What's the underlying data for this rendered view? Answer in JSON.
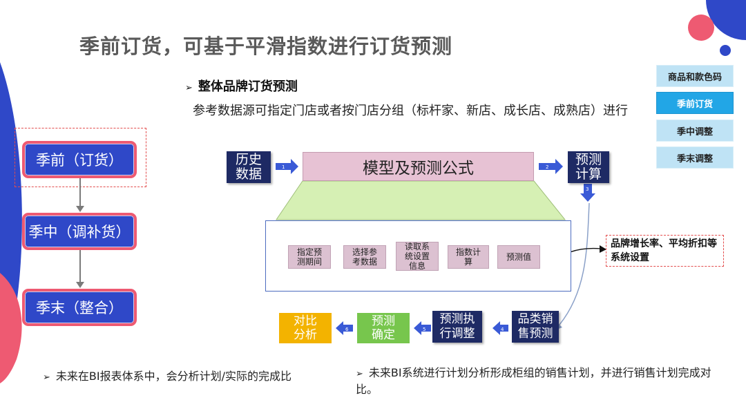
{
  "title": "季前订货，可基于平滑指数进行订货预测",
  "side_nav": {
    "items": [
      {
        "label": "商品和款色码"
      },
      {
        "label": "季前订货"
      },
      {
        "label": "季中调整"
      },
      {
        "label": "季末调整"
      }
    ]
  },
  "season_flow": {
    "items": [
      {
        "label": "季前（订货）"
      },
      {
        "label": "季中（调补货）"
      },
      {
        "label": "季末（整合）"
      }
    ]
  },
  "section": {
    "heading": "整体品牌订货预测",
    "description": "参考数据源可指定门店或者按门店分组（标杆家、新店、成长店、成熟店）进行"
  },
  "process": {
    "history": "历史\n数据",
    "model": "模型及预测公式",
    "calc": "预测\n计算",
    "step_numbers": [
      "1",
      "2",
      "3",
      "4",
      "5",
      "6"
    ],
    "steps": [
      {
        "label": "指定预\n测期间"
      },
      {
        "label": "选择参\n考数据"
      },
      {
        "label": "读取系\n统设置\n信息"
      },
      {
        "label": "指数计\n算"
      },
      {
        "label": "预测值"
      }
    ],
    "callout": "品牌增长率、平均折扣等系统设置",
    "bottom_flow": [
      {
        "label": "品类销\n售预测"
      },
      {
        "label": "预测执\n行调整"
      },
      {
        "label": "预测\n确定"
      },
      {
        "label": "对比\n分析"
      }
    ]
  },
  "notes": [
    {
      "text": "未来在BI报表体系中，会分析计划/实际的完成比"
    },
    {
      "text": "未来BI系统进行计划分析形成柜组的销售计划，并进行销售计划完成对比。"
    }
  ],
  "colors": {
    "navy": "#1e2a64",
    "season_blue": "#2f48c8",
    "season_border": "#ee5a72",
    "nav_active": "#22a6e6",
    "nav_inactive": "#bfe3f5",
    "model_pink": "#e7c2d4",
    "trapezoid_green": "#d6f0b4",
    "yellow": "#f3b300",
    "green": "#77c64d",
    "dashed_red": "#e34c4c"
  },
  "icons": {
    "bullet": "arrowhead-bullet-icon",
    "flow_arrow": "right-arrow-icon"
  }
}
